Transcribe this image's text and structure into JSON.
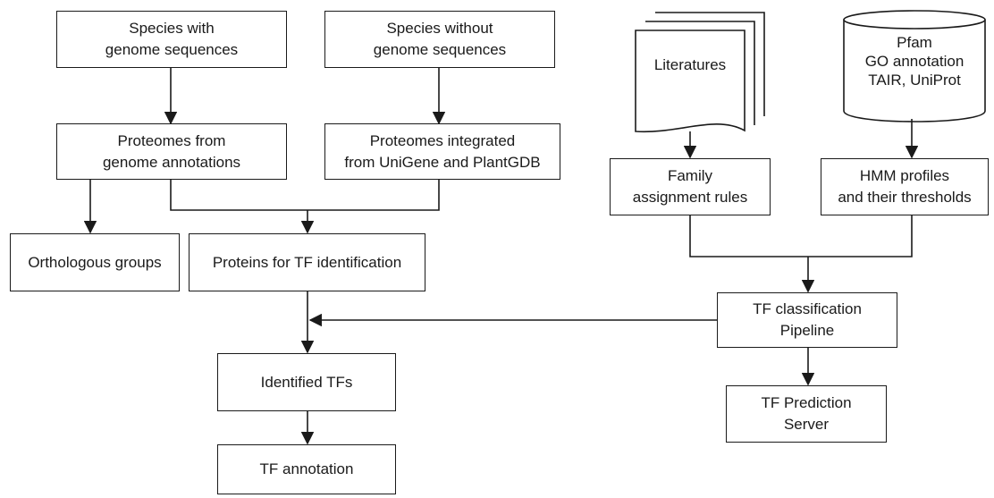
{
  "nodes": {
    "species_with": [
      "Species with",
      "genome sequences"
    ],
    "species_without": [
      "Species without",
      "genome sequences"
    ],
    "literatures": [
      "Literatures"
    ],
    "databases": [
      "Pfam",
      "GO annotation",
      "TAIR, UniProt"
    ],
    "proteomes_genome": [
      "Proteomes from",
      "genome annotations"
    ],
    "proteomes_integrated": [
      "Proteomes integrated",
      "from UniGene and PlantGDB"
    ],
    "family_rules": [
      "Family",
      "assignment rules"
    ],
    "hmm_profiles": [
      "HMM profiles",
      "and their thresholds"
    ],
    "orthologous": [
      "Orthologous groups"
    ],
    "proteins_tf": [
      "Proteins for TF identification"
    ],
    "tf_pipeline": [
      "TF classification",
      "Pipeline"
    ],
    "identified_tfs": [
      "Identified TFs"
    ],
    "tf_prediction": [
      "TF Prediction",
      "Server"
    ],
    "tf_annotation": [
      "TF annotation"
    ]
  }
}
